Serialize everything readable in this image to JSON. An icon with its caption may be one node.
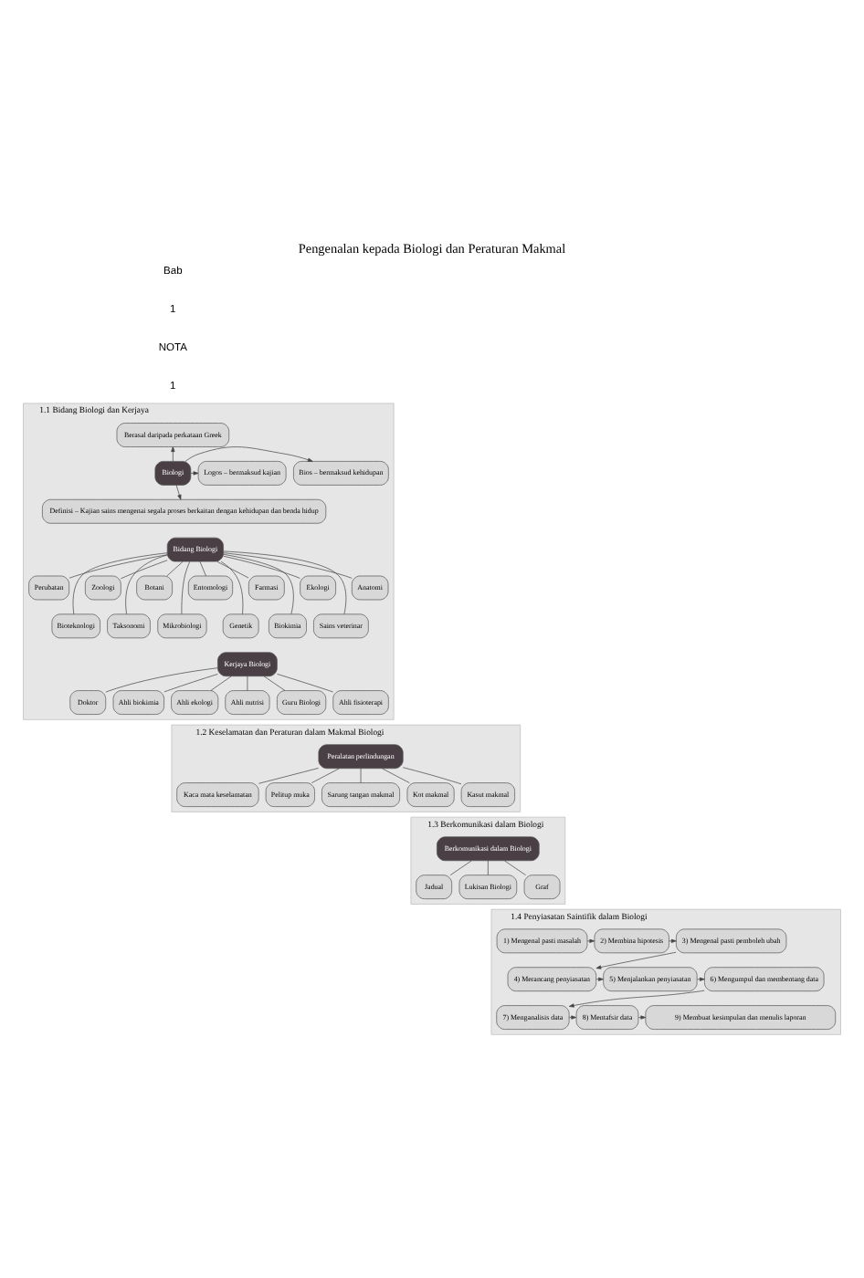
{
  "diagram": {
    "title": "Pengenalan kepada Biologi dan Peraturan Makmal",
    "nodes": [
      {
        "text": [
          "1.1",
          "Bidang Biologi dan Kerjaya"
        ]
      },
      {
        "text": [
          "Berasal daripada perkataan Greek"
        ],
        "in": 0
      },
      {
        "text": [
          "Bios – bermaksud kehidupan"
        ],
        "in": 0
      },
      {
        "text": [
          "Biologi"
        ],
        "in": 0
      },
      {
        "text": [
          "Logos – bermaksud kajian"
        ],
        "in": 0
      },
      {
        "text": [
          "Definisi – Kajian sains mengenai segala proses berkaitan dengan kehidupan dan benda hidup"
        ],
        "in": 0
      },
      {
        "text": [
          "Bidang Biologi"
        ],
        "in": 0
      },
      {
        "text": [
          "Perubatan"
        ],
        "in": 0
      },
      {
        "text": [
          "Bioteknologi"
        ],
        "in": 0
      },
      {
        "text": [
          "Zoologi"
        ],
        "in": 0
      },
      {
        "text": [
          "Taksonomi"
        ],
        "in": 0
      },
      {
        "text": [
          "Botani"
        ],
        "in": 0
      },
      {
        "text": [
          "Mikrobiologi"
        ],
        "in": 0
      },
      {
        "text": [
          "Entomologi"
        ],
        "in": 0
      },
      {
        "text": [
          "Genetik"
        ],
        "in": 0
      },
      {
        "text": [
          "Farmasi"
        ],
        "in": 0
      },
      {
        "text": [
          "Biokimia"
        ],
        "in": 0
      },
      {
        "text": [
          "Ekologi"
        ],
        "in": 0
      },
      {
        "text": [
          "Sains veterinar"
        ],
        "in": 0
      },
      {
        "text": [
          "Anatomi"
        ],
        "in": 0
      },
      {
        "text": [
          "Kerjaya Biologi"
        ],
        "in": 0
      },
      {
        "text": [
          "Doktor"
        ],
        "in": 0
      },
      {
        "text": [
          "Ahli biokimia"
        ],
        "in": 0
      },
      {
        "text": [
          "Ahli ekologi"
        ],
        "in": 0
      },
      {
        "text": [
          "Ahli nutrisi"
        ],
        "in": 0
      },
      {
        "text": [
          "Guru Biologi"
        ],
        "in": 0
      },
      {
        "text": [
          "Ahli fisioterapi"
        ],
        "in": 0
      },
      {
        "text": [
          "1.2",
          "Keselamatan dan Peraturan dalam Makmal Biologi"
        ]
      },
      {
        "text": [
          "Peralatan perlindungan"
        ],
        "in": 27
      },
      {
        "text": [
          "Kaca mata keselamatan"
        ],
        "in": 27
      },
      {
        "text": [
          "Pelitup muka"
        ],
        "in": 27
      },
      {
        "text": [
          "Sarung tangan makmal"
        ],
        "in": 27
      },
      {
        "text": [
          "Kot makmal"
        ],
        "in": 27
      },
      {
        "text": [
          "Kasut makmal"
        ],
        "in": 27
      },
      {
        "text": [
          "1.3",
          "Berkomunikasi dalam Biologi"
        ]
      },
      {
        "text": [
          "Berkomunikasi dalam Biologi"
        ],
        "in": 34
      },
      {
        "text": [
          "Jadual"
        ],
        "in": 34
      },
      {
        "text": [
          "Lukisan Biologi"
        ],
        "in": 34
      },
      {
        "text": [
          "Graf"
        ],
        "in": 34
      },
      {
        "text": [
          "1.4",
          "Penyiasatan Saintifik dalam Biologi"
        ]
      },
      {
        "text": [
          "1) Mengenal pasti masalah"
        ],
        "in": 39
      },
      {
        "text": [
          "2) Membina hipotesis"
        ],
        "in": 39
      },
      {
        "text": [
          "3) Mengenal pasti pemboleh ubah"
        ],
        "in": 39
      },
      {
        "text": [
          "4) Merancang penyiasatan"
        ],
        "in": 39
      },
      {
        "text": [
          "5) Menjalankan penyiasatan"
        ],
        "in": 39
      },
      {
        "text": [
          "6) Mengumpul dan membentang data"
        ],
        "in": 39
      },
      {
        "text": [
          "7) Menganalisis data"
        ],
        "in": 39
      },
      {
        "text": [
          "8) Mentafsir data"
        ],
        "in": 39
      },
      {
        "text": [
          "9) Membuat kesimpulan dan menulis laporan"
        ],
        "in": 39
      }
    ],
    "edges": [
      {
        "from": 3,
        "to": 1,
        "arrow": "to"
      },
      {
        "from": 3,
        "to": 2,
        "arrow": "to"
      },
      {
        "from": 3,
        "to": 4,
        "arrow": "to"
      },
      {
        "from": 3,
        "to": 5,
        "arrow": "to"
      },
      {
        "from": 6,
        "to": 7,
        "arrow": "none"
      },
      {
        "from": 6,
        "to": 8,
        "arrow": "none"
      },
      {
        "from": 6,
        "to": 9,
        "arrow": "none"
      },
      {
        "from": 6,
        "to": 10,
        "arrow": "none"
      },
      {
        "from": 6,
        "to": 11,
        "arrow": "none"
      },
      {
        "from": 6,
        "to": 12,
        "arrow": "none"
      },
      {
        "from": 6,
        "to": 13,
        "arrow": "none"
      },
      {
        "from": 6,
        "to": 14,
        "arrow": "none"
      },
      {
        "from": 6,
        "to": 15,
        "arrow": "none"
      },
      {
        "from": 6,
        "to": 16,
        "arrow": "none"
      },
      {
        "from": 6,
        "to": 17,
        "arrow": "none"
      },
      {
        "from": 6,
        "to": 18,
        "arrow": "none"
      },
      {
        "from": 6,
        "to": 19,
        "arrow": "none"
      },
      {
        "from": 20,
        "to": 21,
        "arrow": "none"
      },
      {
        "from": 20,
        "to": 22,
        "arrow": "none"
      },
      {
        "from": 20,
        "to": 23,
        "arrow": "none"
      },
      {
        "from": 20,
        "to": 24,
        "arrow": "none"
      },
      {
        "from": 20,
        "to": 25,
        "arrow": "none"
      },
      {
        "from": 20,
        "to": 26,
        "arrow": "none"
      },
      {
        "from": 28,
        "to": 29,
        "arrow": "none"
      },
      {
        "from": 28,
        "to": 30,
        "arrow": "none"
      },
      {
        "from": 28,
        "to": 31,
        "arrow": "none"
      },
      {
        "from": 28,
        "to": 32,
        "arrow": "none"
      },
      {
        "from": 28,
        "to": 33,
        "arrow": "none"
      },
      {
        "from": 35,
        "to": 36,
        "arrow": "none"
      },
      {
        "from": 35,
        "to": 37,
        "arrow": "none"
      },
      {
        "from": 35,
        "to": 38,
        "arrow": "none"
      },
      {
        "from": 40,
        "to": 41,
        "arrow": "to"
      },
      {
        "from": 41,
        "to": 42,
        "arrow": "to"
      },
      {
        "from": 42,
        "to": 43,
        "arrow": "to"
      },
      {
        "from": 43,
        "to": 44,
        "arrow": "to"
      },
      {
        "from": 44,
        "to": 45,
        "arrow": "to"
      },
      {
        "from": 45,
        "to": 46,
        "arrow": "to"
      },
      {
        "from": 46,
        "to": 47,
        "arrow": "to"
      },
      {
        "from": 47,
        "to": 48,
        "arrow": "to"
      }
    ],
    "labels": [
      "Bab",
      "1",
      "NOTA",
      "1"
    ]
  }
}
